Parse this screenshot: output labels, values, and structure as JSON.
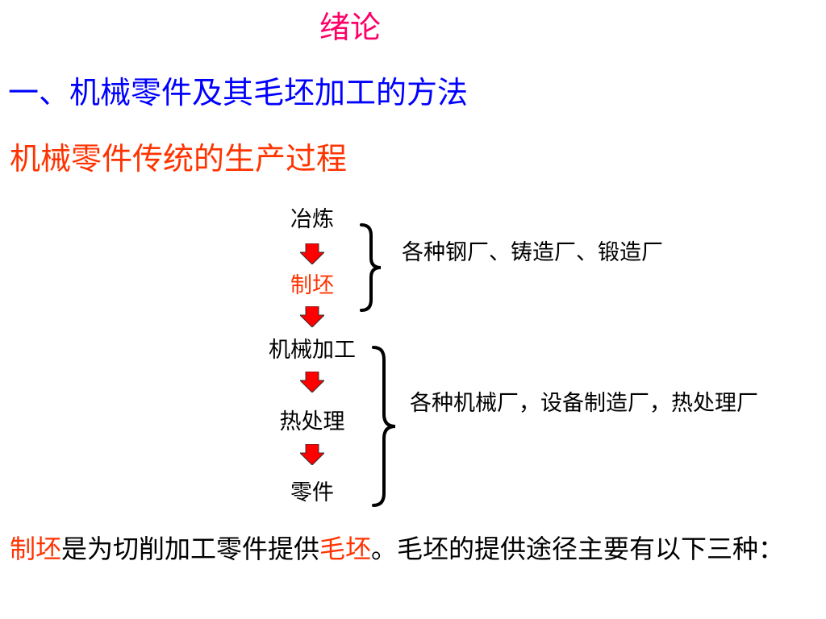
{
  "title": "绪论",
  "heading": "一、机械零件及其毛坯加工的方法",
  "subheading": "机械零件传统的生产过程",
  "flow": {
    "steps": [
      "冶炼",
      "制坯",
      "机械加工",
      "热处理",
      "零件"
    ],
    "highlight_step_index": 1,
    "arrow_icon": "red-down-arrow-icon",
    "groups": [
      {
        "note": "各种钢厂、铸造厂、锻造厂"
      },
      {
        "note": "各种机械厂，设备制造厂，热处理厂"
      }
    ]
  },
  "paragraph": {
    "part1": "制坯",
    "part2": "是为切削加工零件提供",
    "part3": "毛坯",
    "part4": "。毛坯的提供途径主要有以下三种："
  },
  "colors": {
    "title": "#ff0066",
    "heading": "#0000ff",
    "highlight": "#ff3300",
    "arrow": "#ff0000"
  }
}
